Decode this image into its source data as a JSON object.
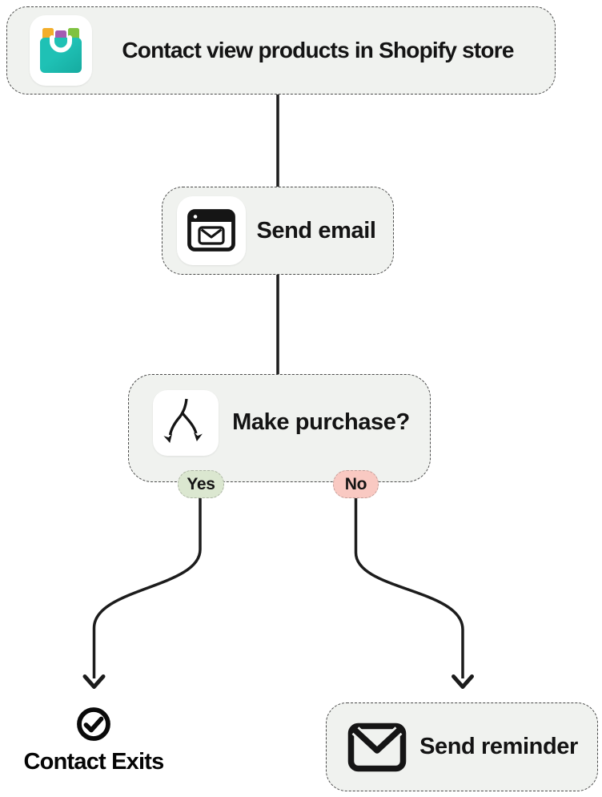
{
  "colors": {
    "canvas_bg": "#ffffff",
    "node_bg": "#f0f2ef",
    "node_border": "#4a4a4a",
    "tile_bg": "#ffffff",
    "yes_bg": "#dbe7d0",
    "no_bg": "#f9c9c2",
    "connector": "#1c1c1c",
    "text": "#141414",
    "bag_teal": "#1fc1b5",
    "bag_teal_dark": "#16aba0",
    "block_yellow": "#f3ae2b",
    "block_purple": "#a45ab2",
    "block_green": "#7fc241"
  },
  "workflow": {
    "trigger": {
      "label": "Contact view products in Shopify store",
      "icon": "shopify-store-bag-icon"
    },
    "steps": [
      {
        "id": "send-email",
        "label": "Send email",
        "icon": "browser-email-icon"
      },
      {
        "id": "make-purchase",
        "label": "Make purchase?",
        "icon": "branch-split-icon"
      },
      {
        "id": "send-reminder",
        "label": "Send reminder",
        "icon": "envelope-icon"
      }
    ],
    "branches": {
      "yes": {
        "label": "Yes"
      },
      "no": {
        "label": "No"
      }
    },
    "exit": {
      "label": "Contact Exits",
      "icon": "check-circle-icon"
    }
  }
}
